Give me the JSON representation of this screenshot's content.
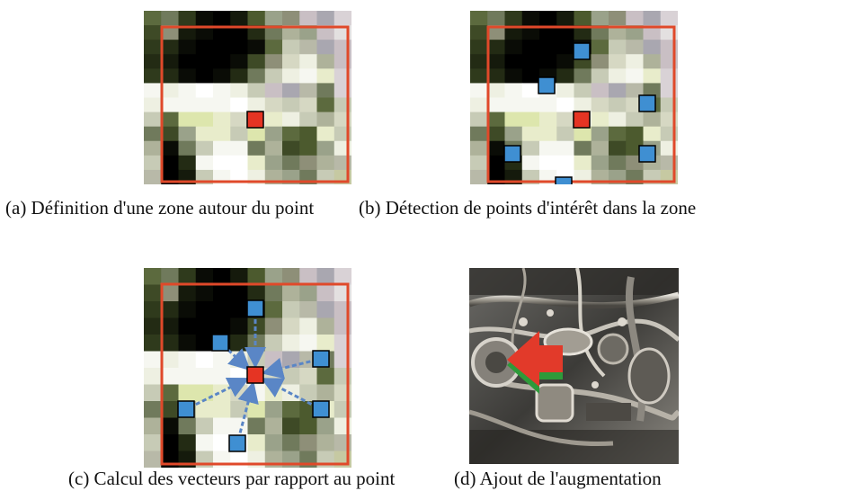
{
  "figure": {
    "captions": {
      "a": "(a) Définition d'une zone autour du point",
      "b": "(b) Détection de points d'intérêt dans la zone",
      "c": "(c) Calcul des vecteurs par rapport au point",
      "d": "(d) Ajout de l'augmentation"
    },
    "colors": {
      "roi_border": "#e0492a",
      "center_point": "#e53423",
      "interest_point": "#3f8fd2",
      "vector_arrow": "#5a86c6",
      "augmentation_arrow": "#e23a2a",
      "augmentation_arrow_edge": "#2e9a3a"
    },
    "pixel_palette": [
      "#ffffff",
      "#f6f7f1",
      "#eef0e2",
      "#e8eccb",
      "#dde6ad",
      "#d6d8c3",
      "#c7cbb6",
      "#b8b9a8",
      "#aeb29a",
      "#9aa28a",
      "#a9a7b0",
      "#c9bfc4",
      "#8e8f78",
      "#707a5c",
      "#5c6a3e",
      "#4c5a2e",
      "#3e4a26",
      "#2f3a1c",
      "#232b14",
      "#151a0c",
      "#0a0c06",
      "#000000",
      "#6b7346",
      "#8a9160",
      "#c6c9a2",
      "#d9d2d6",
      "#e3e0e0"
    ],
    "pixel_grid": [
      [
        14,
        13,
        17,
        20,
        21,
        19,
        15,
        9,
        12,
        11,
        10,
        25
      ],
      [
        16,
        12,
        19,
        20,
        21,
        21,
        18,
        13,
        8,
        9,
        11,
        26
      ],
      [
        17,
        18,
        20,
        21,
        21,
        21,
        20,
        14,
        6,
        7,
        10,
        11
      ],
      [
        18,
        19,
        21,
        21,
        21,
        20,
        16,
        12,
        5,
        2,
        8,
        11
      ],
      [
        17,
        18,
        20,
        21,
        20,
        18,
        13,
        6,
        2,
        1,
        3,
        25
      ],
      [
        1,
        2,
        1,
        0,
        1,
        2,
        6,
        11,
        10,
        7,
        13,
        25
      ],
      [
        2,
        1,
        1,
        1,
        1,
        0,
        2,
        5,
        6,
        5,
        14,
        6
      ],
      [
        6,
        14,
        4,
        4,
        3,
        5,
        1,
        3,
        2,
        6,
        8,
        5
      ],
      [
        13,
        16,
        9,
        3,
        3,
        6,
        4,
        9,
        14,
        15,
        3,
        6
      ],
      [
        8,
        20,
        13,
        6,
        1,
        1,
        13,
        8,
        16,
        15,
        9,
        2
      ],
      [
        6,
        21,
        18,
        1,
        0,
        0,
        3,
        9,
        13,
        12,
        8,
        7
      ],
      [
        7,
        21,
        19,
        6,
        1,
        0,
        2,
        8,
        9,
        13,
        6,
        24
      ]
    ]
  }
}
